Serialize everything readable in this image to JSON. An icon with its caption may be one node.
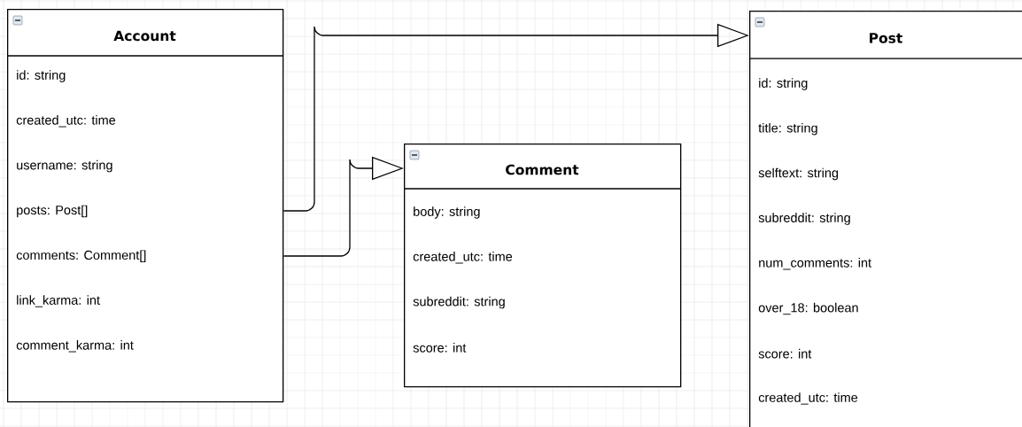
{
  "diagram": {
    "nodes": [
      {
        "text": [
          "Account",
          "id: string",
          "created_utc: time",
          "username: string",
          "posts: Post[]",
          "comments: Comment[]",
          "link_karma: int",
          "comment_karma: int"
        ]
      },
      {
        "text": [
          "Comment",
          "body: string",
          "created_utc: time",
          "subreddit: string",
          "score: int"
        ]
      },
      {
        "text": [
          "Post",
          "id: string",
          "title: string",
          "selftext: string",
          "subreddit: string",
          "num_comments: int",
          "over_18: boolean",
          "score: int",
          "created_utc: time"
        ]
      }
    ],
    "edges": [
      {
        "from": 0,
        "to": 2,
        "arrow": "to"
      },
      {
        "from": 0,
        "to": 1,
        "arrow": "to"
      }
    ]
  }
}
